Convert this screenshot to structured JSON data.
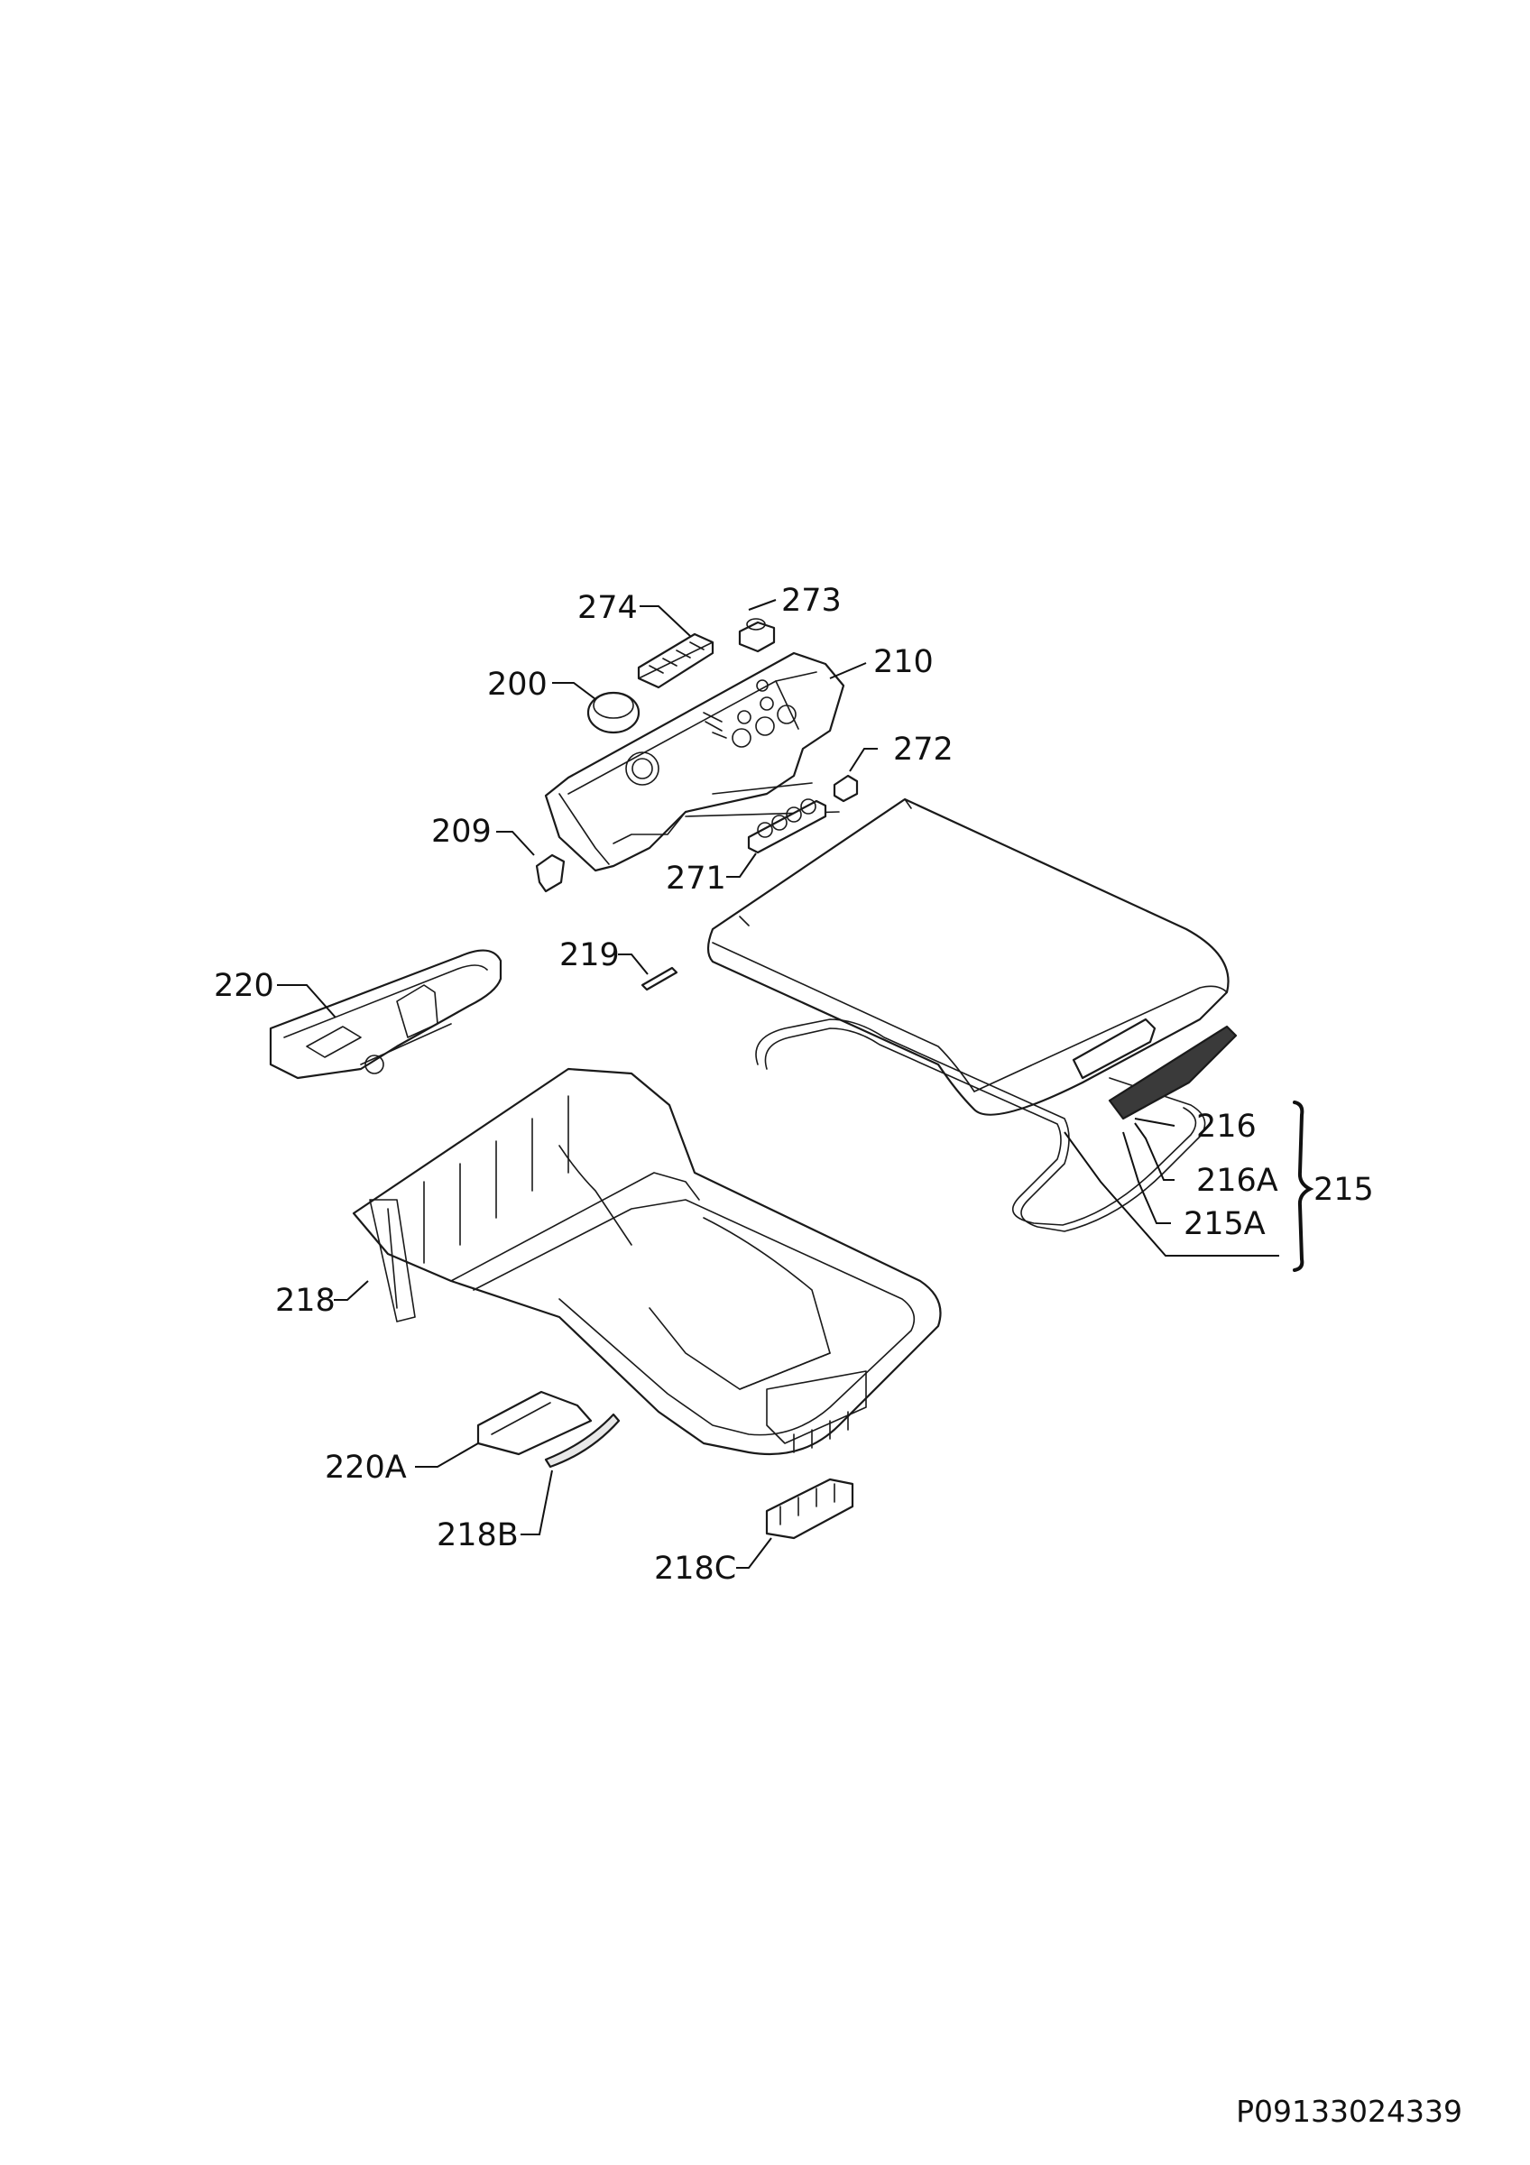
{
  "diagram": {
    "parts": [
      {
        "id": "p274",
        "label": "274"
      },
      {
        "id": "p273",
        "label": "273"
      },
      {
        "id": "p200",
        "label": "200"
      },
      {
        "id": "p210",
        "label": "210"
      },
      {
        "id": "p272",
        "label": "272"
      },
      {
        "id": "p209",
        "label": "209"
      },
      {
        "id": "p271",
        "label": "271"
      },
      {
        "id": "p219",
        "label": "219"
      },
      {
        "id": "p220",
        "label": "220"
      },
      {
        "id": "p216",
        "label": "216"
      },
      {
        "id": "p216a",
        "label": "216A"
      },
      {
        "id": "p215",
        "label": "215"
      },
      {
        "id": "p215a",
        "label": "215A"
      },
      {
        "id": "p218",
        "label": "218"
      },
      {
        "id": "p220a",
        "label": "220A"
      },
      {
        "id": "p218b",
        "label": "218B"
      },
      {
        "id": "p218c",
        "label": "218C"
      }
    ]
  },
  "document_code": "P09133024339"
}
